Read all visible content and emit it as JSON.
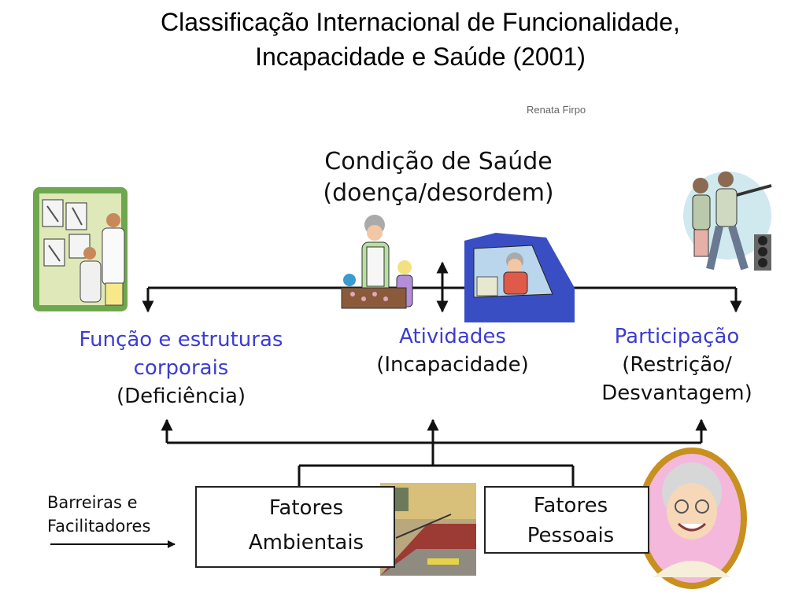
{
  "header": {
    "title_line1": "Classificação Internacional de Funcionalidade,",
    "title_line2": "Incapacidade e Saúde (2001)",
    "author": "Renata Firpo"
  },
  "diagram": {
    "condition": {
      "line1": "Condição de Saúde",
      "line2": "(doença/desordem)"
    },
    "funcao": {
      "line1": "Função e estruturas",
      "line2": "corporais",
      "line3": "(Deficiência)"
    },
    "atividades": {
      "line1": "Atividades",
      "line2": "(Incapacidade)"
    },
    "participacao": {
      "line1": "Participação",
      "line2": "(Restrição/",
      "line3": "Desvantagem)"
    },
    "barreiras": {
      "line1": "Barreiras e",
      "line2": "Facilitadores"
    },
    "fatores_ambientais": {
      "line1": "Fatores",
      "line2": "Ambientais"
    },
    "fatores_pessoais": {
      "line1": "Fatores",
      "line2": "Pessoais"
    }
  },
  "colors": {
    "component_label": "#3c3cd2",
    "lines": "#111111"
  }
}
